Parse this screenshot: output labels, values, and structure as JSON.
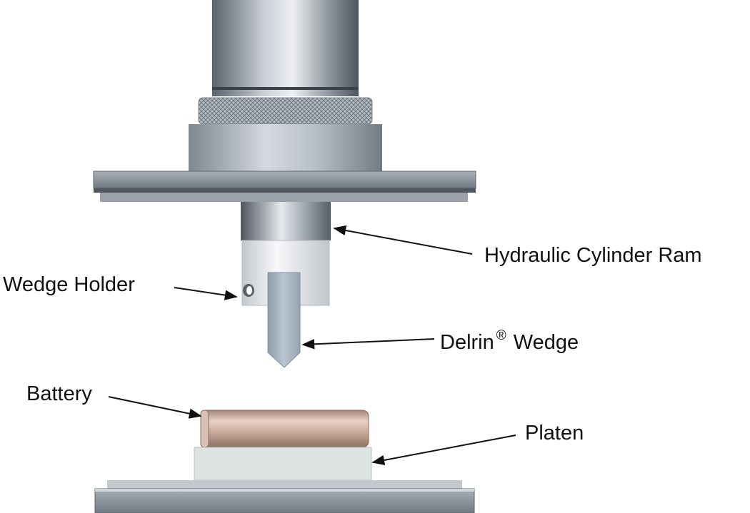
{
  "labels": {
    "ram": "Hydraulic Cylinder Ram",
    "holder": "Wedge Holder",
    "wedge_name": "Delrin",
    "wedge_mark": "®",
    "wedge_word": "Wedge",
    "battery": "Battery",
    "platen": "Platen"
  },
  "colors": {
    "steel_dark": "#5e6570",
    "steel_mid": "#98a0aa",
    "steel_light": "#e2e5e8",
    "battery": "#c9a898",
    "platen": "#dde3e1",
    "wedge": "#a9b6c1",
    "arrow": "#111111"
  }
}
